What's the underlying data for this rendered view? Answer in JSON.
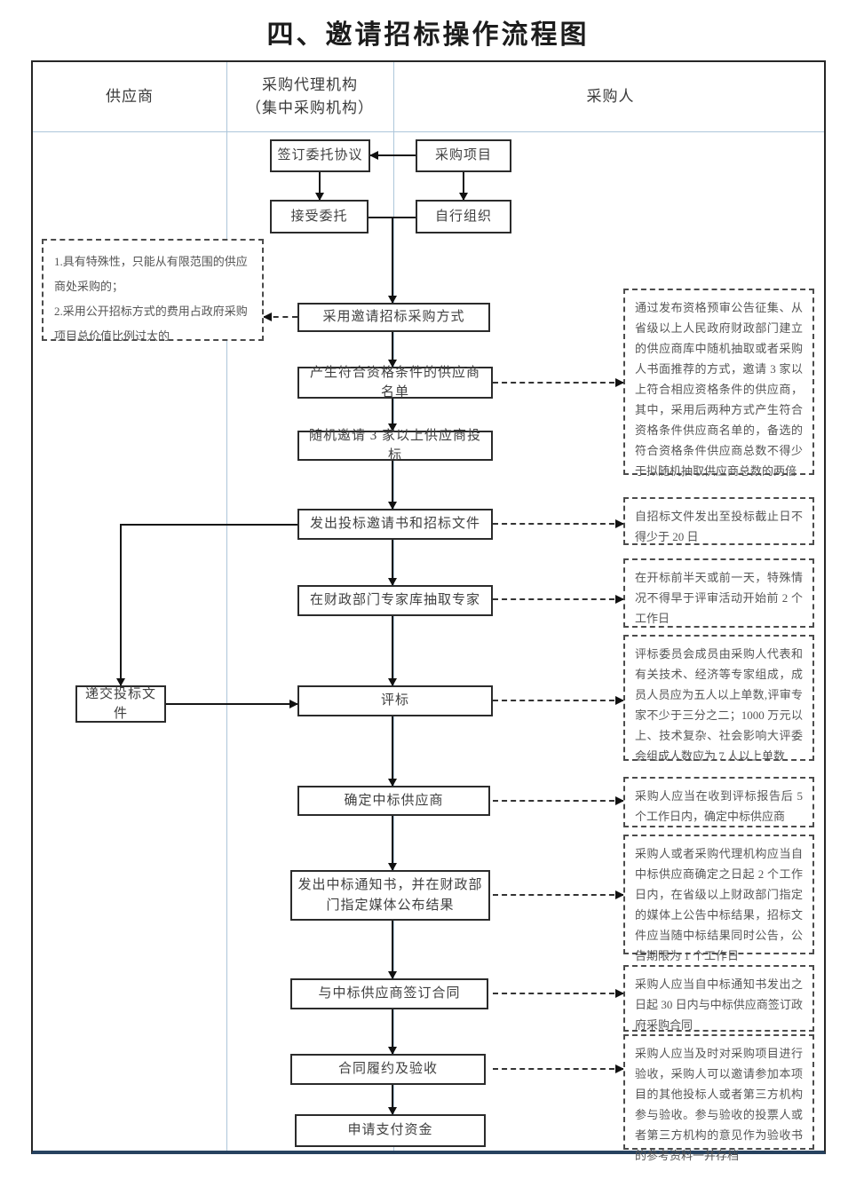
{
  "title": "四、邀请招标操作流程图",
  "lanes": {
    "supplier": "供应商",
    "agency": "采购代理机构",
    "agency_sub": "（集中采购机构）",
    "purchaser": "采购人"
  },
  "nodes": {
    "sign_agreement": "签订委托协议",
    "procurement_project": "采购项目",
    "accept_entrustment": "接受委托",
    "self_organize": "自行组织",
    "adopt_method": "采用邀请招标采购方式",
    "generate_list": "产生符合资格条件的供应商名单",
    "random_invite": "随机邀请 3 家以上供应商投标",
    "issue_invitation": "发出投标邀请书和招标文件",
    "extract_experts": "在财政部门专家库抽取专家",
    "submit_bid": "递交投标文件",
    "evaluate": "评标",
    "determine_winner": "确定中标供应商",
    "issue_notice": "发出中标通知书，并在财政部门指定媒体公布结果",
    "sign_contract": "与中标供应商签订合同",
    "performance_acceptance": "合同履约及验收",
    "apply_payment": "申请支付资金"
  },
  "left_note": {
    "item1": "1.具有特殊性，只能从有限范围的供应商处采购的；",
    "item2": "2.采用公开招标方式的费用占政府采购项目总价值比例过大的"
  },
  "right_notes": [
    {
      "text": "通过发布资格预审公告征集、从省级以上人民政府财政部门建立的供应商库中随机抽取或者采购人书面推荐的方式，邀请 3 家以上符合相应资格条件的供应商，其中，采用后两种方式产生符合资格条件供应商名单的，备选的符合资格条件供应商总数不得少于拟随机抽取供应商总数的两倍"
    },
    {
      "text": "自招标文件发出至投标截止日不得少于 20 日"
    },
    {
      "text": "在开标前半天或前一天，特殊情况不得早于评审活动开始前 2 个工作日"
    },
    {
      "text": "评标委员会成员由采购人代表和有关技术、经济等专家组成，成员人员应为五人以上单数,评审专家不少于三分之二；1000 万元以上、技术复杂、社会影响大评委会组成人数应为 7 人以上单数"
    },
    {
      "text": "采购人应当在收到评标报告后 5 个工作日内，确定中标供应商"
    },
    {
      "text": "采购人或者采购代理机构应当自中标供应商确定之日起 2 个工作日内，在省级以上财政部门指定的媒体上公告中标结果，招标文件应当随中标结果同时公告，公告期限为 1 个工作日"
    },
    {
      "text": "采购人应当自中标通知书发出之日起 30 日内与中标供应商签订政府采购合同"
    },
    {
      "text": "采购人应当及时对采购项目进行验收，采购人可以邀请参加本项目的其他投标人或者第三方机构参与验收。参与验收的投票人或者第三方机构的意见作为验收书的参考资料一并存档"
    }
  ]
}
